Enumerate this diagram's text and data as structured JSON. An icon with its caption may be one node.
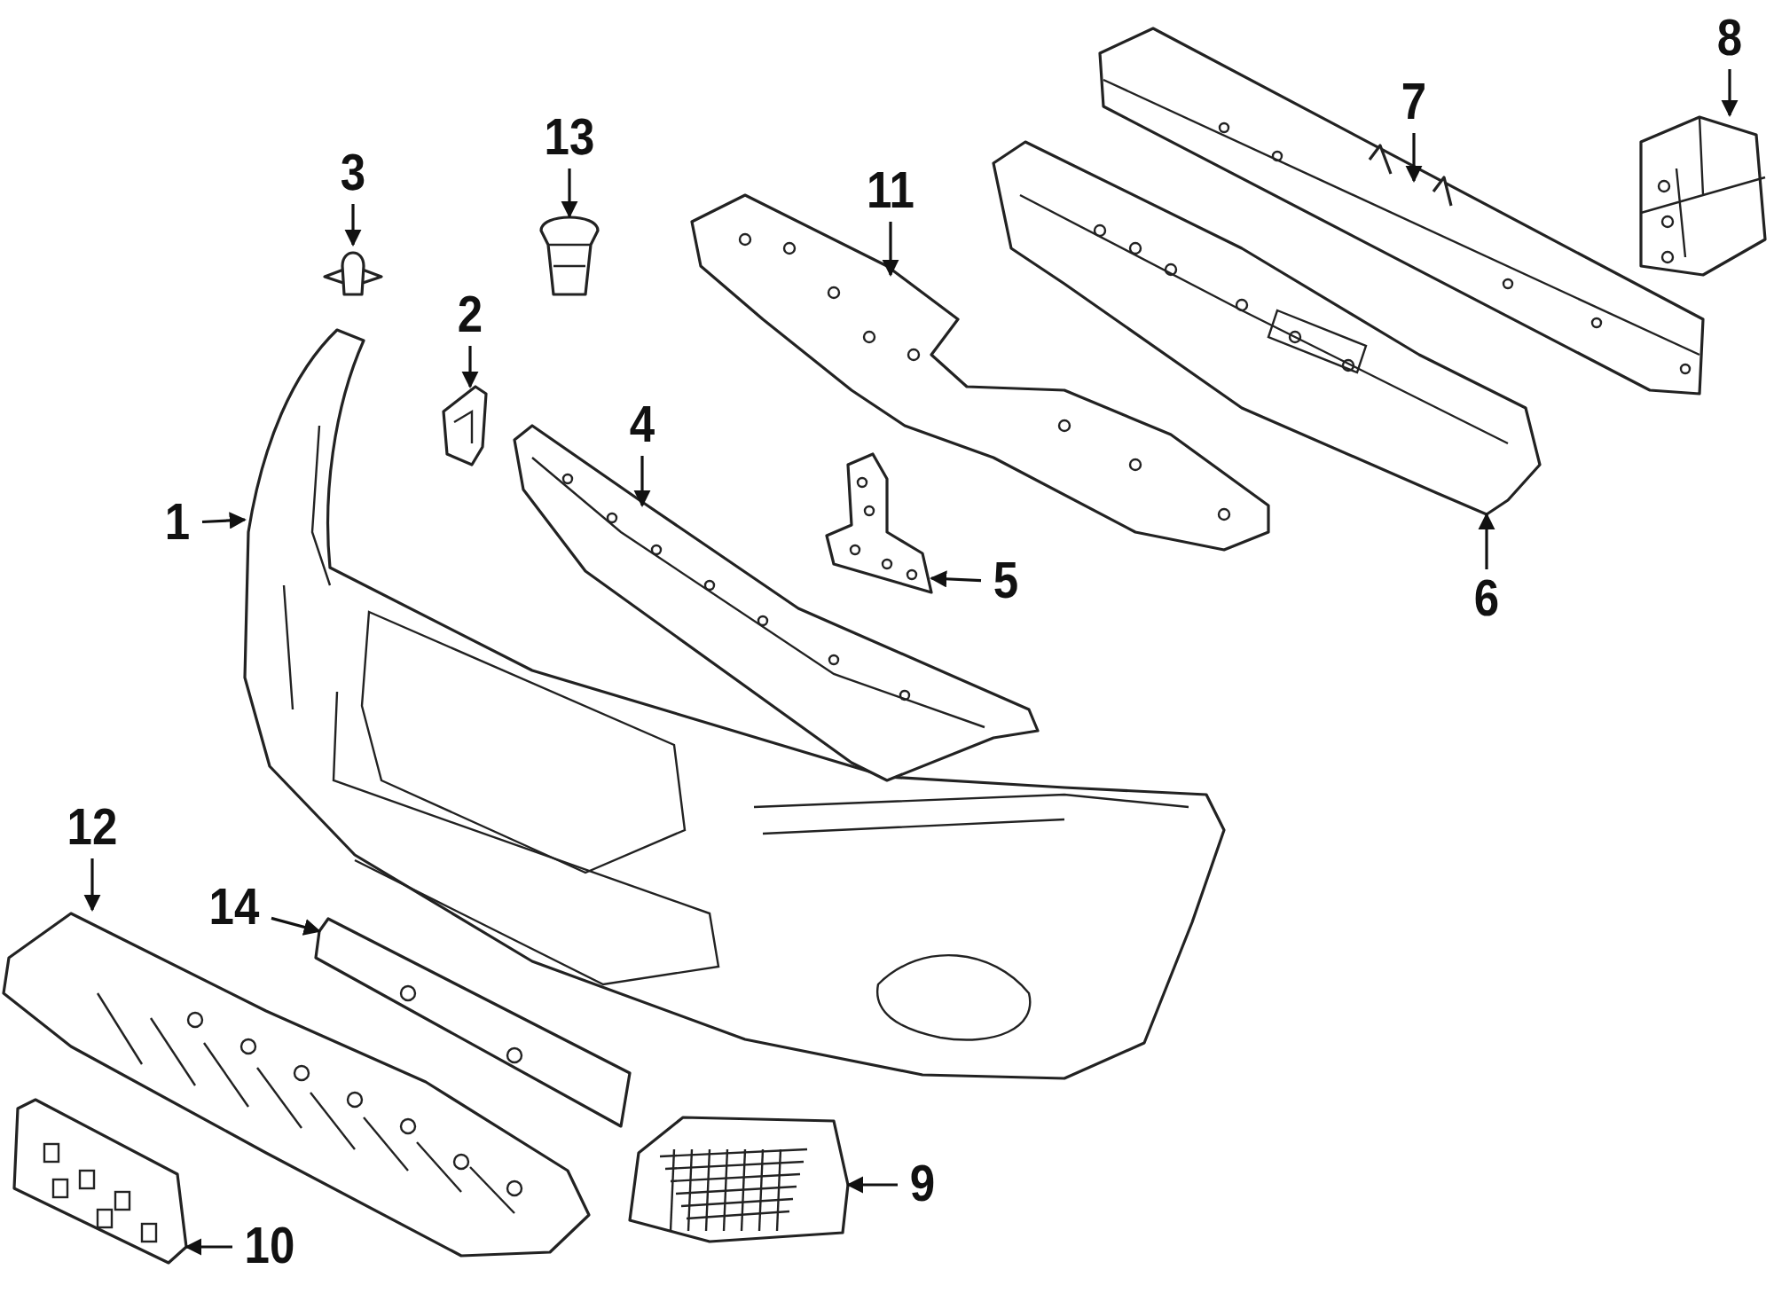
{
  "diagram": {
    "nodes": [
      {
        "text": [
          "1"
        ]
      },
      {
        "text": [
          "2"
        ]
      },
      {
        "text": [
          "3"
        ]
      },
      {
        "text": [
          "4"
        ]
      },
      {
        "text": [
          "5"
        ]
      },
      {
        "text": [
          "6"
        ]
      },
      {
        "text": [
          "7"
        ]
      },
      {
        "text": [
          "8"
        ]
      },
      {
        "text": [
          "9"
        ]
      },
      {
        "text": [
          "10"
        ]
      },
      {
        "text": [
          "11"
        ]
      },
      {
        "text": [
          "12"
        ]
      },
      {
        "text": [
          "13"
        ]
      },
      {
        "text": [
          "14"
        ]
      },
      {
        "text": [],
        "shape": "picture"
      },
      {
        "text": [],
        "shape": "picture"
      },
      {
        "text": [],
        "shape": "picture"
      },
      {
        "text": [],
        "shape": "picture"
      },
      {
        "text": [],
        "shape": "picture"
      },
      {
        "text": [],
        "shape": "picture"
      },
      {
        "text": [],
        "shape": "picture"
      },
      {
        "text": [],
        "shape": "picture"
      },
      {
        "text": [],
        "shape": "picture"
      },
      {
        "text": [],
        "shape": "picture"
      },
      {
        "text": [],
        "shape": "picture"
      },
      {
        "text": [],
        "shape": "picture"
      },
      {
        "text": [],
        "shape": "picture"
      },
      {
        "text": [],
        "shape": "picture"
      }
    ],
    "edges": [
      {
        "from": 0,
        "to": 14,
        "arrow": "to"
      },
      {
        "from": 1,
        "to": 15,
        "arrow": "to"
      },
      {
        "from": 2,
        "to": 16,
        "arrow": "to"
      },
      {
        "from": 3,
        "to": 17,
        "arrow": "to"
      },
      {
        "from": 4,
        "to": 18,
        "arrow": "to"
      },
      {
        "from": 5,
        "to": 19,
        "arrow": "to"
      },
      {
        "from": 6,
        "to": 20,
        "arrow": "to"
      },
      {
        "from": 7,
        "to": 21,
        "arrow": "to"
      },
      {
        "from": 8,
        "to": 22,
        "arrow": "to"
      },
      {
        "from": 9,
        "to": 23,
        "arrow": "to"
      },
      {
        "from": 10,
        "to": 24,
        "arrow": "to"
      },
      {
        "from": 11,
        "to": 25,
        "arrow": "to"
      },
      {
        "from": 12,
        "to": 26,
        "arrow": "to"
      },
      {
        "from": 13,
        "to": 27,
        "arrow": "to"
      }
    ]
  }
}
